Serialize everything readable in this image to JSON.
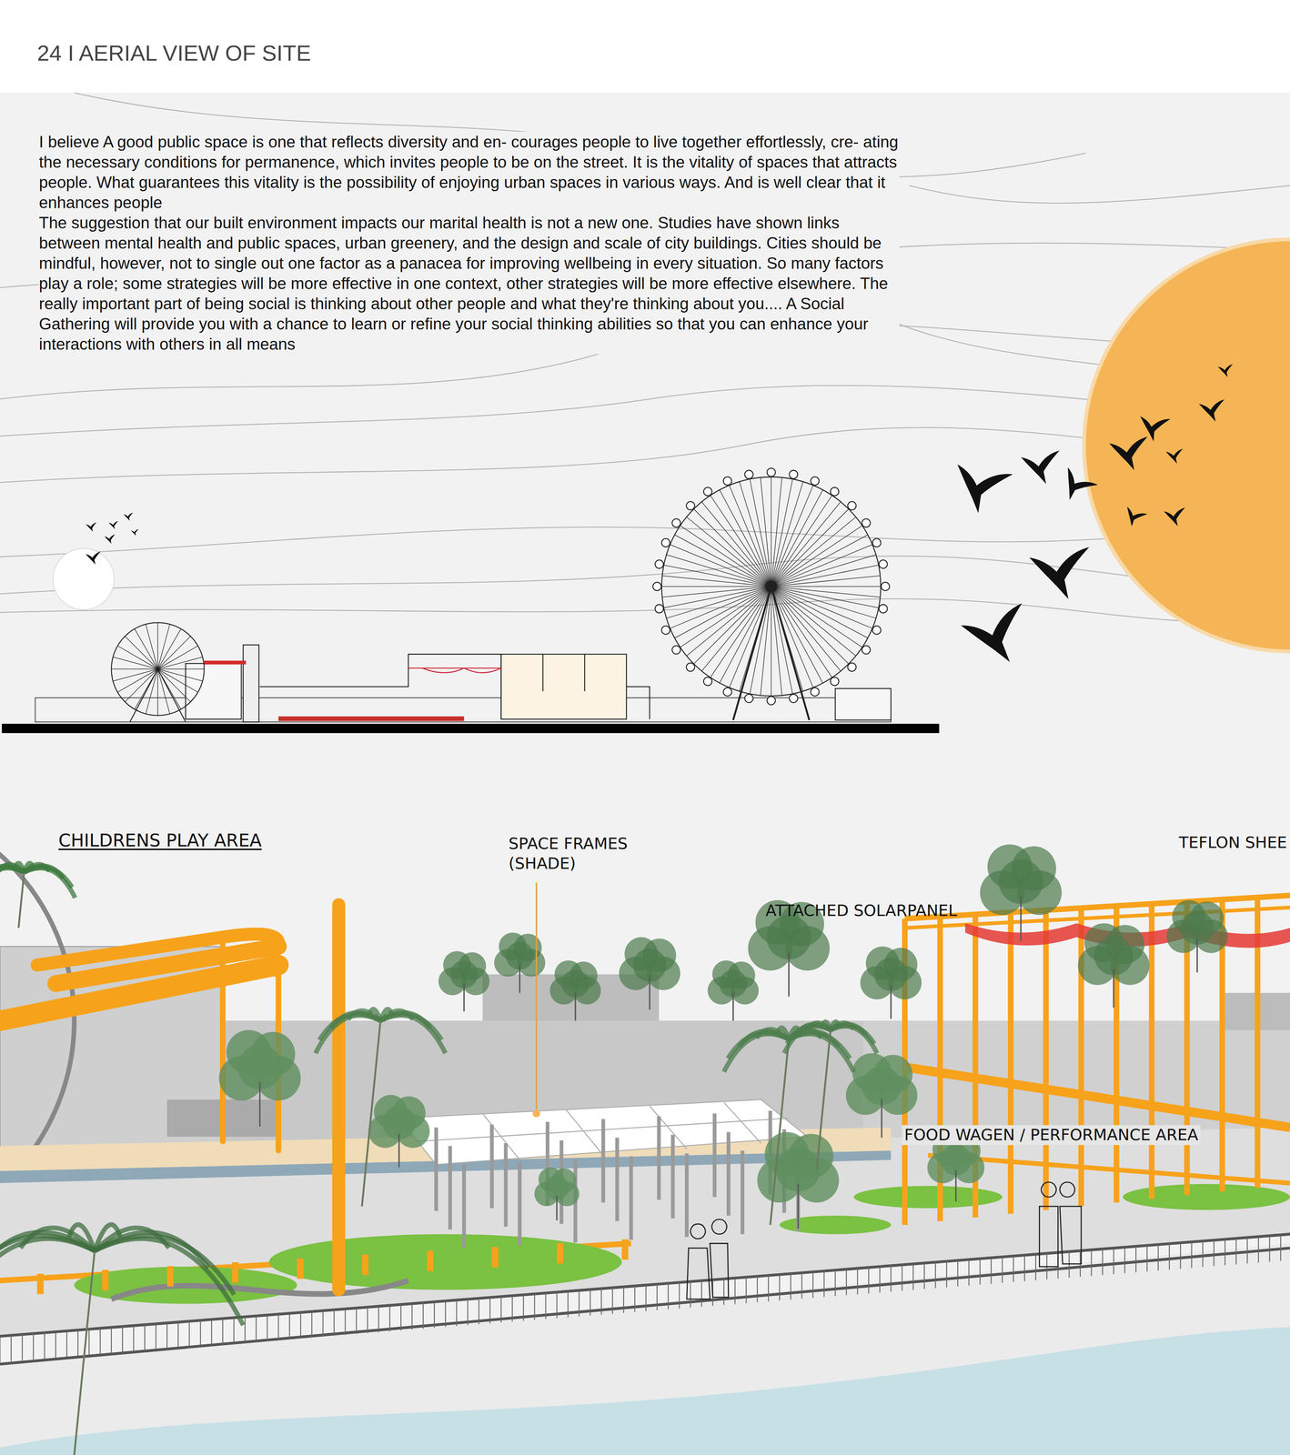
{
  "diagram": {
    "title": "24 I AERIAL VIEW OF SITE",
    "labels": [
      "I believe A good public space is one that reflects diversity and en- courages people to live together effortlessly, cre- ating the necessary conditions for permanence, which invites people to be on the street. It is the vitality of spaces that attracts people. What guarantees this vitality is the possibility of enjoying urban spaces in various ways. And is well clear that it enhances people",
      "The suggestion that our built environment impacts our marital health is not a new one. Studies have shown links between mental health and public spaces, urban greenery, and the design and scale of city buildings. Cities should be mindful, however, not to single out one factor as a panacea for improving wellbeing in every situation. So many factors play a role; some strategies will be more effective in one context, other strategies will be more effective elsewhere. The really important part of being social is thinking about other people and what they're thinking about you.... A Social Gathering will provide you with a chance to learn or refine your social thinking abilities so that you can enhance your interactions with others in all means",
      "CHILDRENS PLAY AREA",
      "SPACE FRAMES (SHADE)",
      "ATTACHED SOLARPANEL",
      "TEFLON SHEE",
      "FOOD WAGEN / PERFORMANCE AREA"
    ]
  }
}
